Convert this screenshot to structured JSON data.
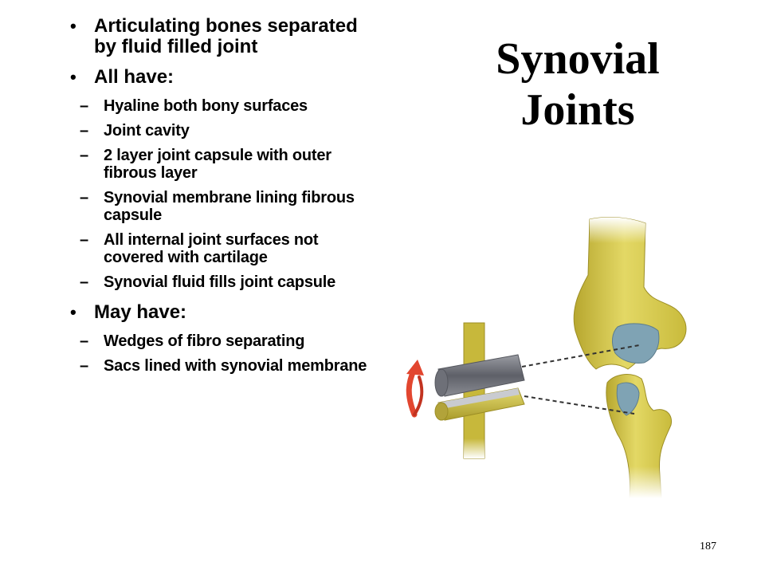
{
  "title": {
    "line1": "Synovial",
    "line2": "Joints"
  },
  "bullets": [
    {
      "text": "Articulating bones separated by fluid filled joint"
    },
    {
      "text": "All have:",
      "sub": [
        "Hyaline both bony surfaces",
        "Joint cavity",
        "2 layer joint capsule with outer fibrous layer",
        "Synovial membrane lining fibrous capsule",
        "All internal joint surfaces not covered with cartilage",
        "Synovial fluid fills joint capsule"
      ]
    },
    {
      "text": "May have:",
      "sub": [
        "Wedges of fibro separating",
        "Sacs lined with synovial membrane"
      ]
    }
  ],
  "figure": {
    "icon": "hinge-joint-illustration",
    "colors": {
      "bone": "#d8cc55",
      "bone_shadow": "#a99b2a",
      "cartilage": "#7fa3b4",
      "cylinder": "#7d7f86",
      "arrow": "#e2462f"
    }
  },
  "page_number": "187"
}
